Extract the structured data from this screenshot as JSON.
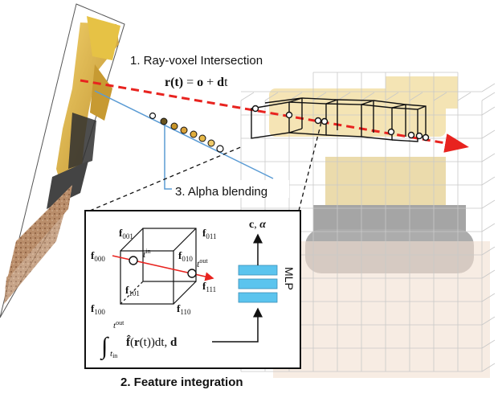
{
  "steps": {
    "ray_voxel": "1. Ray-voxel Intersection",
    "feature_integration": "2. Feature integration",
    "alpha_blending": "3. Alpha blending"
  },
  "equation": {
    "lhs": "r(t)",
    "eq": " = ",
    "o": "o",
    "plus": " + ",
    "d": "d",
    "t": "t"
  },
  "voxel": {
    "f000": "f",
    "s000": "000",
    "f001": "f",
    "s001": "001",
    "f010": "f",
    "s010": "010",
    "f011": "f",
    "s011": "011",
    "f100": "f",
    "s100": "100",
    "f101": "f",
    "s101": "101",
    "f110": "f",
    "s110": "110",
    "f111": "f",
    "s111": "111",
    "t_in": "t",
    "t_in_sup": "in",
    "t_out": "t",
    "t_out_sup": "out"
  },
  "mlp": {
    "label": "MLP",
    "output_c": "c",
    "output_sep": ", ",
    "output_alpha": "α"
  },
  "integral": {
    "symbol": "∫",
    "upper_t": "t",
    "upper_sup": "out",
    "lower_t": "t",
    "lower_sub": "in",
    "f_hat": "f̂",
    "paren_open": "(",
    "r": "r",
    "t_arg": "(t)",
    "paren_close": ")",
    "dt": "dt, ",
    "d": "d"
  },
  "colors": {
    "ray": "#e8231f",
    "connector": "#5a9bd4",
    "mlp_block": "#5bc4ee",
    "grid": "#c8c8c8",
    "voxel_dark": "#1a1a1a",
    "excavator": "#d9b24a"
  }
}
